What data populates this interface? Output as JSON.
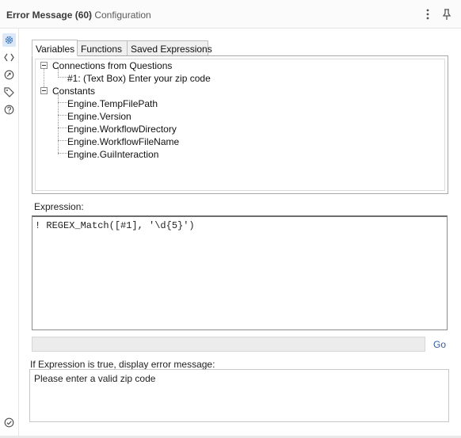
{
  "header": {
    "title": "Error Message (60)",
    "subtitle": "- Configuration",
    "more_icon": "vertical-ellipsis-icon",
    "pin_icon": "pin-icon"
  },
  "sidebar": {
    "items": [
      {
        "name": "configuration",
        "icon": "gear-icon",
        "active": true
      },
      {
        "name": "code",
        "icon": "code-brackets-icon"
      },
      {
        "name": "rename",
        "icon": "rename-icon"
      },
      {
        "name": "annotation",
        "icon": "tag-icon"
      },
      {
        "name": "help",
        "icon": "help-icon"
      }
    ],
    "bottom_icon": "check-circle-icon"
  },
  "tabs": [
    {
      "label": "Variables",
      "active": true
    },
    {
      "label": "Functions"
    },
    {
      "label": "Saved Expressions"
    }
  ],
  "tree": {
    "groups": [
      {
        "label": "Connections from Questions",
        "children": [
          "#1: (Text Box) Enter your zip code"
        ]
      },
      {
        "label": "Constants",
        "children": [
          "Engine.TempFilePath",
          "Engine.Version",
          "Engine.WorkflowDirectory",
          "Engine.WorkflowFileName",
          "Engine.GuiInteraction"
        ]
      }
    ]
  },
  "expression": {
    "label": "Expression:",
    "value": "! REGEX_Match([#1], '\\d{5}')"
  },
  "go_label": "Go",
  "error": {
    "label": "If Expression is true, display error message:",
    "value": "Please enter a valid zip code"
  },
  "colors": {
    "accent": "#2f6db5",
    "go_link": "#2f5f9f"
  }
}
